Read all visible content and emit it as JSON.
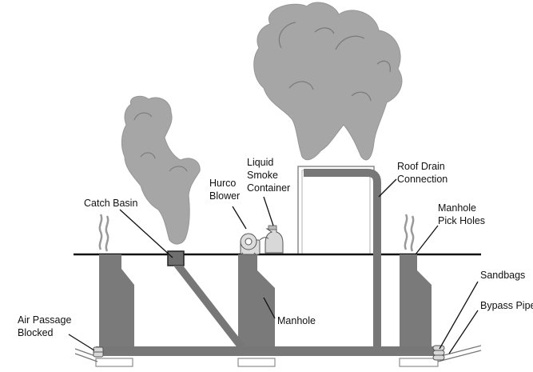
{
  "labels": {
    "catch_basin": "Catch Basin",
    "hurco_blower": [
      "Hurco",
      "Blower"
    ],
    "liquid_smoke_container": [
      "Liquid",
      "Smoke",
      "Container"
    ],
    "roof_drain_connection": [
      "Roof Drain",
      "Connection"
    ],
    "manhole_pick_holes": [
      "Manhole",
      "Pick Holes"
    ],
    "manhole": "Manhole",
    "air_passage_blocked": [
      "Air Passage",
      "Blocked"
    ],
    "sandbags": "Sandbags",
    "bypass_pipe": "Bypass Pipe"
  },
  "colors": {
    "smoke": "#a6a6a6",
    "smoke_swirl": "#7a7a7a",
    "concrete": "#7a7a7a",
    "pipe": "#777777",
    "ground_line": "#111111",
    "outline": "#333333"
  }
}
